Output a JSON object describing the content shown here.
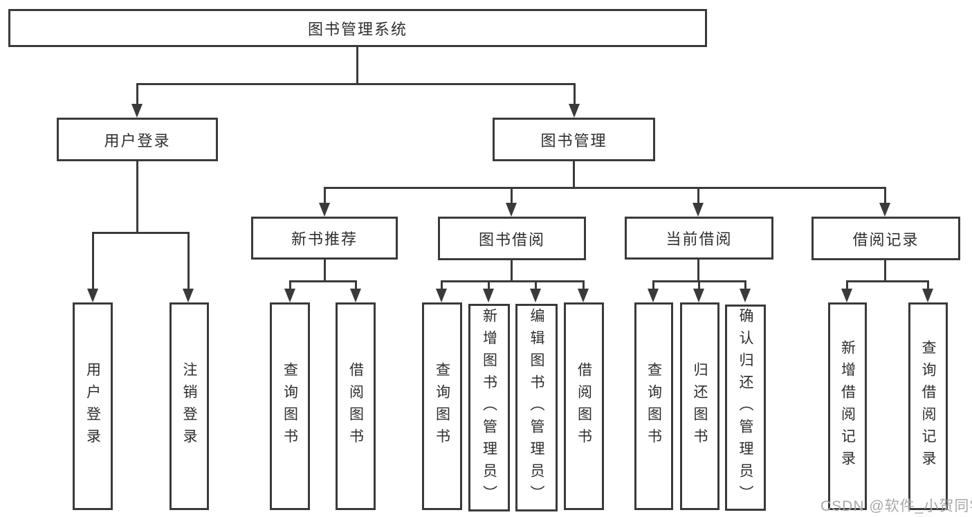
{
  "tree": {
    "root": {
      "label": "图书管理系统"
    },
    "level2": [
      {
        "label": "用户登录"
      },
      {
        "label": "图书管理"
      }
    ],
    "level3": [
      {
        "label": "新书推荐"
      },
      {
        "label": "图书借阅"
      },
      {
        "label": "当前借阅"
      },
      {
        "label": "借阅记录"
      }
    ],
    "level4": [
      {
        "label": "用户登录"
      },
      {
        "label": "注销登录"
      },
      {
        "label": "查询图书"
      },
      {
        "label": "借阅图书"
      },
      {
        "label": "查询图书"
      },
      {
        "label": "新增图书（管理员）"
      },
      {
        "label": "编辑图书（管理员）"
      },
      {
        "label": "借阅图书"
      },
      {
        "label": "查询图书"
      },
      {
        "label": "归还图书"
      },
      {
        "label": "确认归还（管理员）"
      },
      {
        "label": "新增借阅记录"
      },
      {
        "label": "查询借阅记录"
      }
    ]
  },
  "watermark": {
    "text": "CSDN @软件_小贺同学"
  },
  "colors": {
    "line": "#3a3a3a",
    "text": "#2e2e2e",
    "watermark": "#a8a8a8",
    "background": "#ffffff"
  }
}
